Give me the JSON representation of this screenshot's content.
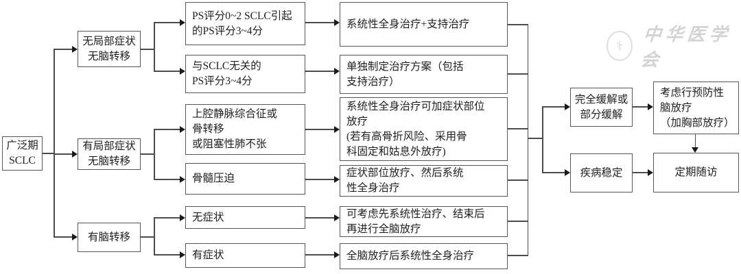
{
  "meta": {
    "background": "#ffffff",
    "border_color": "#555555",
    "line_color": "#4a4a4a",
    "arrow_color": "#1a1a1a",
    "text_color": "#1f1f1f",
    "watermark_color": "#d3d3d3"
  },
  "chart_type": "flowchart",
  "nodes": {
    "root": "广泛期\nSCLC",
    "no_local_no_brain": "无局部症状\n无脑转移",
    "local_no_brain": "有局部症状\n无脑转移",
    "brain_met": "有脑转移",
    "ps_0_2_or_sclc_caused": "PS评分0~2 SCLC引起\n的PS评分3~4分",
    "ps_unrelated": "与SCLC无关的\nPS评分3~4分",
    "svc_bone_atelectasis": "上腔静脉综合征或\n骨转移\n或阻塞性肺不张",
    "marrow_compression": "骨髓压迫",
    "asymptomatic": "无症状",
    "symptomatic": "有症状",
    "systemic_plus_support": "系统性全身治疗+支持治疗",
    "individualized_plan": "单独制定治疗方案（包括\n支持治疗）",
    "systemic_plus_local_rt": "系统性全身治疗可加症状部位\n放疗\n(若有高骨折风险、采用骨\n科固定和姑息外放疗)",
    "rt_then_systemic": "症状部位放疗、然后系统\n性全身治疗",
    "systemic_then_wbrt": "可考虑先系统性治疗、结束后\n再进行全脑放疗",
    "wbrt_then_systemic": "全脑放疗后系统性全身治疗",
    "cr_pr": "完全缓解或\n部分缓解",
    "stable_disease": "疾病稳定",
    "pci": "考虑行预防性\n脑放疗\n（加胸部放疗）",
    "followup": "定期随访"
  },
  "watermark": {
    "text": "中华医学会",
    "emblem": "caduceus-seal"
  }
}
